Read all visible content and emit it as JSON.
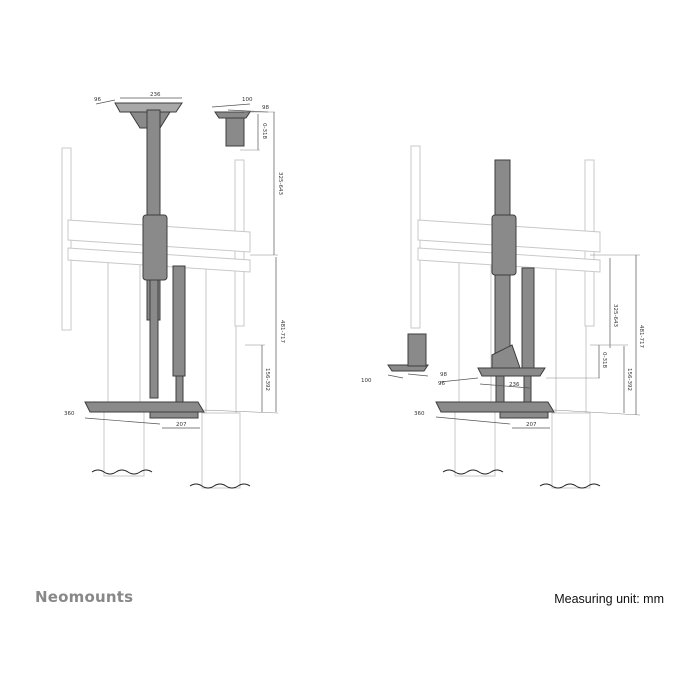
{
  "brand": "Neomounts",
  "measuring_unit": "Measuring unit: mm",
  "colors": {
    "part": "#8a8a8a",
    "ghost": "#c8c8c8",
    "brand": "#888888"
  },
  "left_figure": {
    "dims": {
      "top_offset": "96",
      "top_width": "236",
      "small_width": "100",
      "small_depth": "98",
      "small_range": "0-318",
      "upper_range": "325-643",
      "total_range": "481-717",
      "lower_range": "156-392",
      "shelf_width": "360",
      "shelf_depth": "207"
    }
  },
  "right_figure": {
    "dims": {
      "small_width": "100",
      "small_depth": "98",
      "top_offset": "96",
      "top_width": "236",
      "upper_range": "325-643",
      "total_range": "481-717",
      "small_range": "0-318",
      "lower_range": "156-392",
      "shelf_width": "360",
      "shelf_depth": "207"
    }
  }
}
